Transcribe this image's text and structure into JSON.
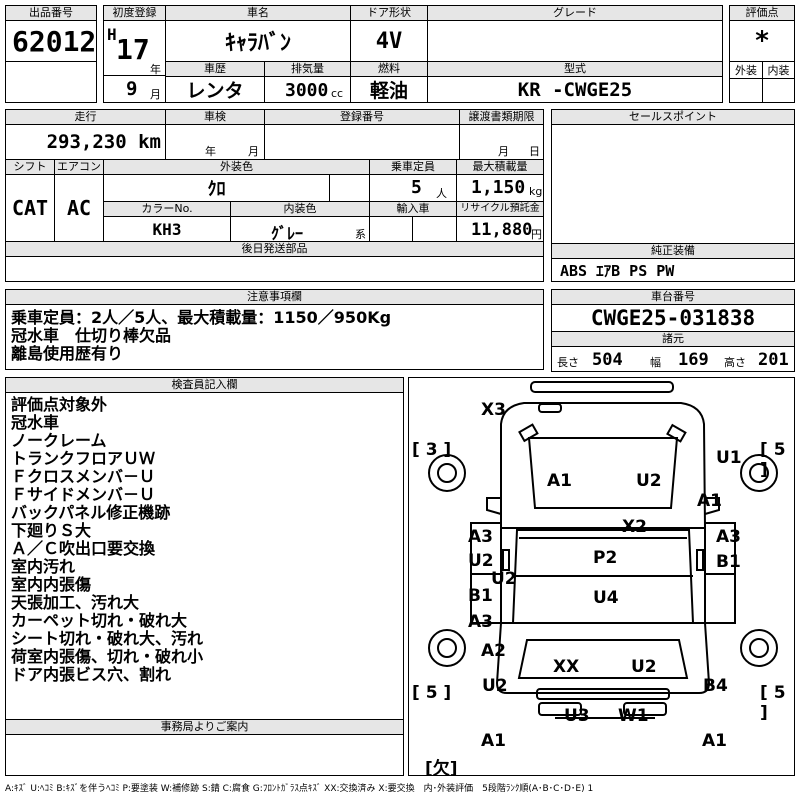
{
  "lot": {
    "label": "出品番号",
    "value": "62012"
  },
  "first_reg": {
    "label": "初度登録",
    "era": "H",
    "year": "17",
    "year_unit": "年",
    "month": "9",
    "month_unit": "月"
  },
  "car_name": {
    "label": "車名",
    "value": "ｷｬﾗﾊﾞﾝ"
  },
  "door": {
    "label": "ドア形状",
    "value": "4V"
  },
  "grade": {
    "label": "グレード",
    "value": ""
  },
  "score": {
    "label": "評価点",
    "value": "*",
    "ext_label": "外装",
    "int_label": "内装"
  },
  "history": {
    "label": "車歴",
    "value": "レンタ"
  },
  "displacement": {
    "label": "排気量",
    "value": "3000",
    "unit": "cc"
  },
  "fuel": {
    "label": "燃料",
    "value": "軽油"
  },
  "model": {
    "label": "型式",
    "value": "KR -CWGE25"
  },
  "mileage": {
    "label": "走行",
    "value": "293,230 km"
  },
  "inspection": {
    "label": "車検",
    "year_unit": "年",
    "month_unit": "月"
  },
  "reg_no": {
    "label": "登録番号"
  },
  "transfer": {
    "label": "譲渡書類期限",
    "month_unit": "月",
    "day_unit": "日"
  },
  "sales_point": {
    "label": "セールスポイント"
  },
  "shift": {
    "label": "シフト",
    "value": "CAT"
  },
  "aircon": {
    "label": "エアコン",
    "value": "AC"
  },
  "exterior_color": {
    "label": "外装色",
    "value": "ｸﾛ"
  },
  "capacity": {
    "label": "乗車定員",
    "value": "5",
    "unit": "人"
  },
  "max_load": {
    "label": "最大積載量",
    "value": "1,150",
    "unit": "kg"
  },
  "color_no": {
    "label": "カラーNo.",
    "value": "KH3"
  },
  "interior_color": {
    "label": "内装色",
    "value": "ｸﾞﾚｰ",
    "unit": "系"
  },
  "import": {
    "label": "輸入車"
  },
  "recycle": {
    "label": "リサイクル預託金",
    "value": "11,880",
    "unit": "円"
  },
  "later_parts": {
    "label": "後日発送部品"
  },
  "equipment": {
    "label": "純正装備",
    "value": "ABS ｴｱB PS PW"
  },
  "notes": {
    "label": "注意事項欄",
    "lines": [
      "乗車定員：2人／5人、最大積載量：1150／950Kg",
      "冠水車　仕切り棒欠品",
      "離島使用歴有り"
    ]
  },
  "chassis": {
    "label": "車台番号",
    "value": "CWGE25-031838"
  },
  "dims": {
    "label": "諸元",
    "length_label": "長さ",
    "length": "504",
    "width_label": "幅",
    "width": "169",
    "height_label": "高さ",
    "height": "201"
  },
  "inspector": {
    "label": "検査員記入欄",
    "lines": [
      "評価点対象外",
      "冠水車",
      "ノークレーム",
      "トランクフロアＵＷ",
      "Ｆクロスメンバ－Ｕ",
      "Ｆサイドメンバ－Ｕ",
      "バックパネル修正機跡",
      "下廻りＳ大",
      "Ａ／Ｃ吹出口要交換",
      "室内汚れ",
      "室内内張傷",
      "天張加工、汚れ大",
      "カーペット切れ・破れ大",
      "シート切れ・破れ大、汚れ",
      "荷室内張傷、切れ・破れ小",
      "ドア内張ビス穴、割れ"
    ]
  },
  "office": {
    "label": "事務局よりご案内"
  },
  "diagram": {
    "marks": [
      "X3",
      "A1",
      "U2",
      "U1",
      "A1",
      "X2",
      "A3",
      "U2",
      "U2",
      "P2",
      "A3",
      "B1",
      "B1",
      "A3",
      "U4",
      "A2",
      "XX",
      "U2",
      "U2",
      "B4",
      "U3",
      "W1",
      "A1",
      "A1"
    ],
    "tires": [
      "[ 3 ]",
      "[ 5 ]",
      "[ 5 ]",
      "[ 5 ]",
      "[欠]"
    ]
  },
  "legend": "A:ｷｽﾞ U:ﾍｺﾐ B:ｷｽﾞを伴うﾍｺﾐ P:要塗装 W:補修跡 S:錆 C:腐食 G:ﾌﾛﾝﾄｶﾞﾗｽ点ｷｽﾞ XX:交換済み X:要交換　内･外装評価　5段階ﾗﾝｸ順(A･B･C･D･E) 1"
}
